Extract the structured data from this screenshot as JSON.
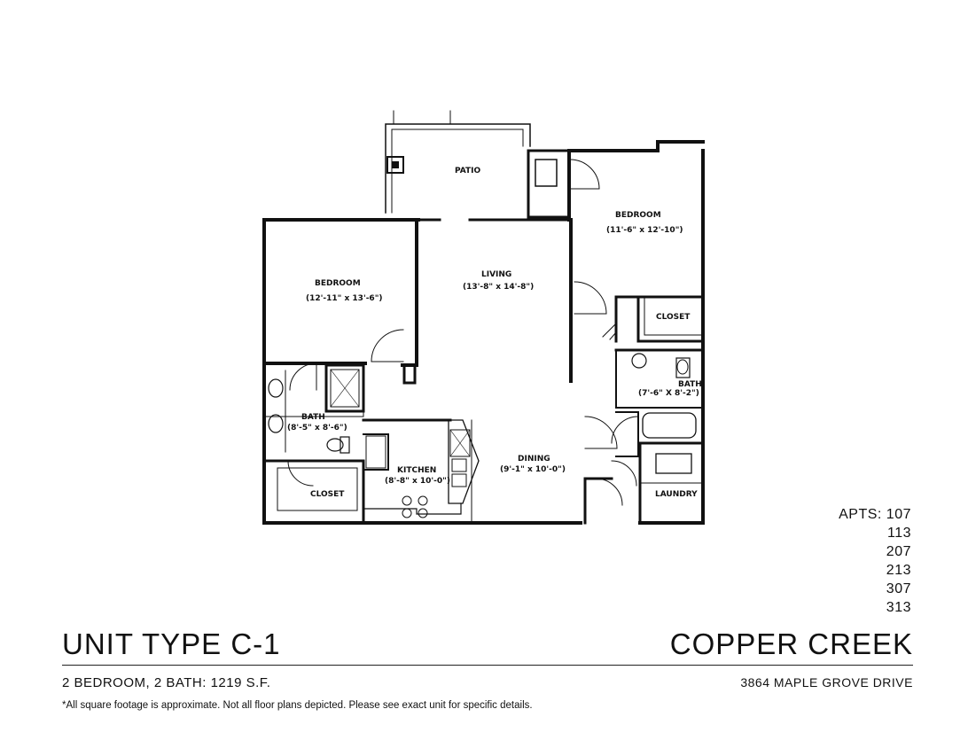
{
  "rooms": {
    "patio": "PATIO",
    "bedroom_right": "BEDROOM",
    "bedroom_right_dim": "(11'-6\" x 12'-10\")",
    "bedroom_left": "BEDROOM",
    "bedroom_left_dim": "(12'-11\" x 13'-6\")",
    "living": "LIVING",
    "living_dim": "(13'-8\" x 14'-8\")",
    "closet_right": "CLOSET",
    "bath_right": "BATH",
    "bath_right_dim": "(7'-6\" X 8'-2\")",
    "bath_left": "BATH",
    "bath_left_dim": "(8'-5\" x 8'-6\")",
    "dining": "DINING",
    "dining_dim": "(9'-1\" x 10'-0\")",
    "kitchen": "KITCHEN",
    "kitchen_dim": "(8'-8\" x 10'-0\")",
    "closet_left": "CLOSET",
    "laundry": "LAUNDRY"
  },
  "apts": {
    "label": "APTS: 107",
    "units": [
      "113",
      "207",
      "213",
      "307",
      "313"
    ]
  },
  "unit_title": "UNIT TYPE C-1",
  "brand": "COPPER CREEK",
  "summary": "2 BEDROOM, 2 BATH: 1219 S.F.",
  "address": "3864 MAPLE GROVE DRIVE",
  "note": "*All square footage is approximate. Not all floor plans depicted. Please see exact unit for specific details."
}
